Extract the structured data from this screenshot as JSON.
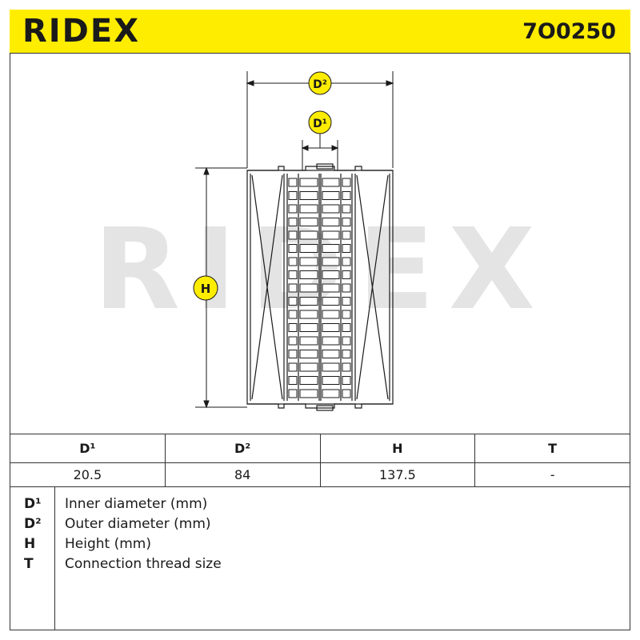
{
  "header": {
    "brand": "RIDEX",
    "part_number": "7O0250"
  },
  "drawing": {
    "watermark": "RIDEX",
    "labels": {
      "d2": "D²",
      "d1": "D¹",
      "h": "H"
    },
    "colors": {
      "label_badge": "#ffed00",
      "watermark": "#e4e4e4",
      "line": "#1a1a1a"
    }
  },
  "table": {
    "headers": [
      "D¹",
      "D²",
      "H",
      "T"
    ],
    "values": [
      "20.5",
      "84",
      "137.5",
      "-"
    ]
  },
  "legend": [
    {
      "symbol": "D¹",
      "description": "Inner diameter (mm)"
    },
    {
      "symbol": "D²",
      "description": "Outer diameter (mm)"
    },
    {
      "symbol": "H",
      "description": "Height (mm)"
    },
    {
      "symbol": "T",
      "description": "Connection thread size"
    }
  ],
  "colors": {
    "header_bg": "#ffed00",
    "border": "#333333"
  }
}
